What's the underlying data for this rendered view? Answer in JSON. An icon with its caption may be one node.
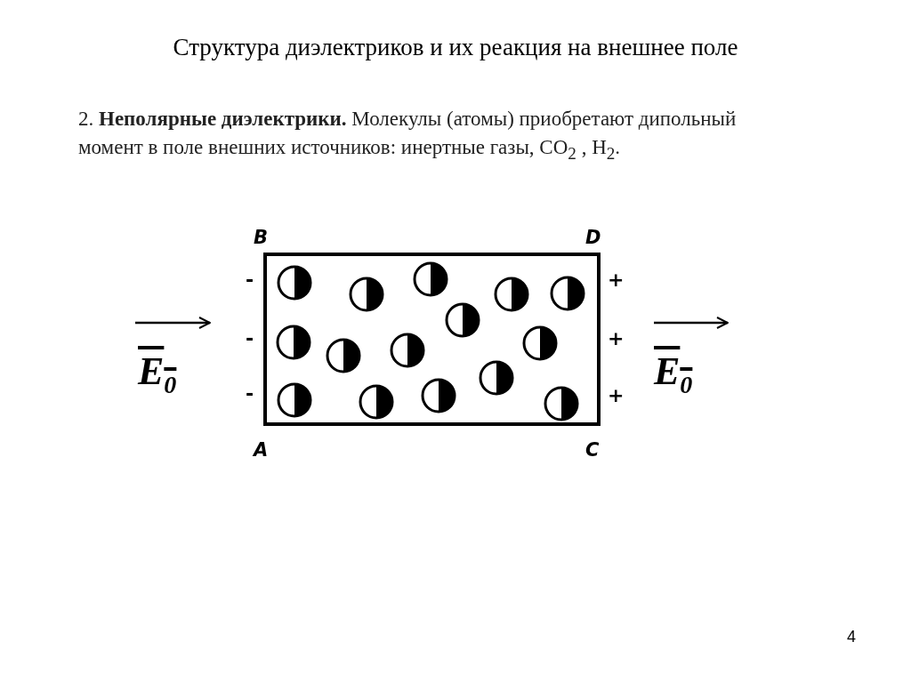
{
  "diagram": {
    "title": "Структура диэлектриков и их реакция на внешнее поле",
    "labels": [
      "2. **Неполярные диэлектрики.** Молекулы (атомы) приобретают дипольный момент в поле внешних источников: инертные газы, CO$_{2}$ , H$_{2}$.",
      "B",
      "D",
      "-",
      "+",
      "-",
      "+",
      "E$_{0}$",
      "E$_{0}$",
      "-",
      "+",
      "A",
      "C",
      "4"
    ]
  }
}
